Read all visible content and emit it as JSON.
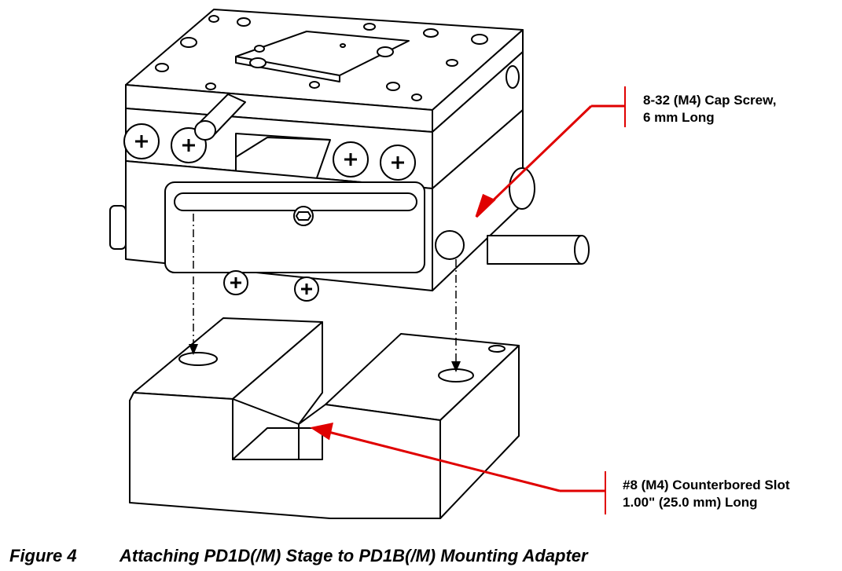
{
  "callouts": {
    "cap_screw": {
      "line1": "8-32 (M4) Cap Screw,",
      "line2": "6 mm Long"
    },
    "counterbored_slot": {
      "line1": "#8 (M4) Counterbored Slot",
      "line2": "1.00\" (25.0 mm) Long"
    }
  },
  "caption": {
    "figure_number": "Figure 4",
    "title": "Attaching PD1D(/M) Stage to PD1B(/M) Mounting Adapter"
  },
  "colors": {
    "line": "#000000",
    "arrow": "#e00000",
    "background": "#ffffff"
  }
}
